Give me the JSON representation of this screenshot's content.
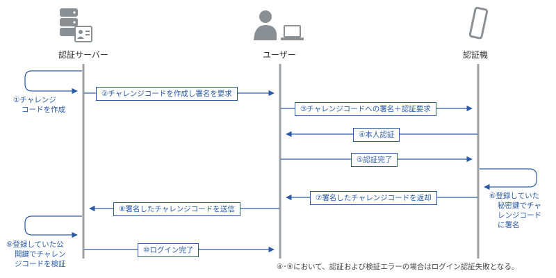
{
  "colors": {
    "lifeline": "#9aa0a6",
    "arrow": "#2a5aa6",
    "icon": "#8a8f94",
    "text": "#333333"
  },
  "actors": {
    "server": {
      "label": "認証サーバー",
      "icon": "server-with-id-card-icon"
    },
    "user": {
      "label": "ユーザー",
      "icon": "person-with-laptop-icon"
    },
    "authenticator": {
      "label": "認証機",
      "icon": "smartphone-icon"
    }
  },
  "messages": {
    "m2": "②チャレンジコードを作成し署名を要求",
    "m3": "③チャレンジコードへの署名＋認証要求",
    "m4": "④本人認証",
    "m5": "⑤認証完了",
    "m7": "⑦署名したチャレンジコードを返却",
    "m8": "⑧署名したチャレンジコードを送信",
    "m10": "⑩ログイン完了"
  },
  "notes": {
    "n1": [
      "①チャレンジ",
      "コードを作成"
    ],
    "n6": [
      "⑥登録していた",
      "秘密鍵でチャ",
      "レンジコード",
      "に署名"
    ],
    "n9": [
      "⑨登録していた公",
      "開鍵でチャレン",
      "ジコードを検証"
    ]
  },
  "footnote": "④･⑨において、認証および検証エラーの場合はログイン認証失敗となる。"
}
